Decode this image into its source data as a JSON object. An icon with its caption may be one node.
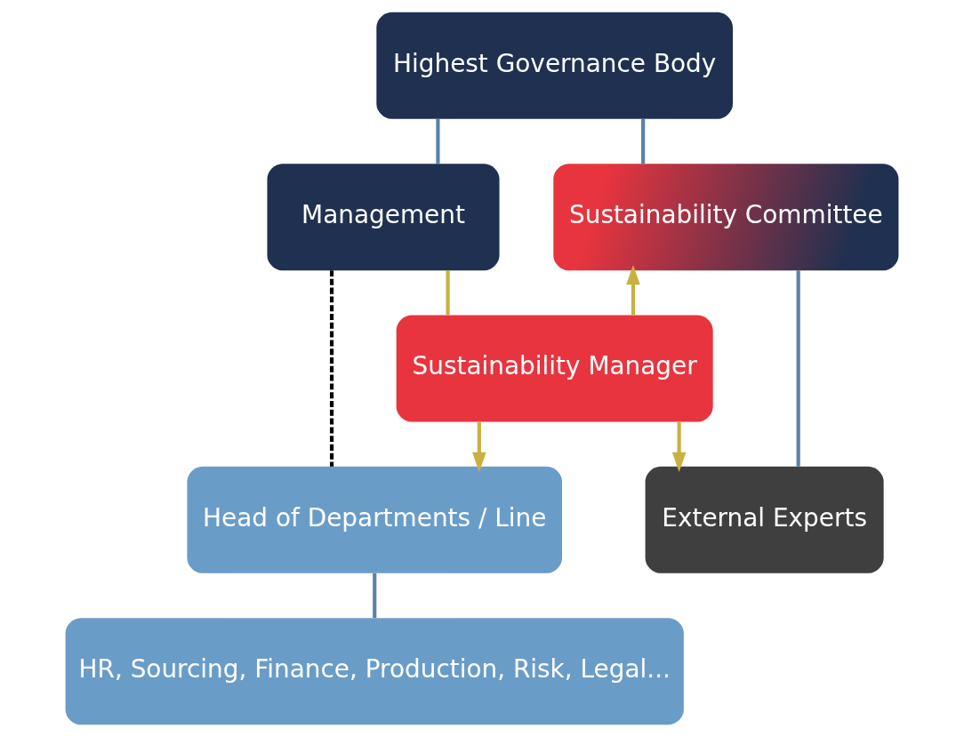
{
  "diagram": {
    "nodes": [
      {
        "text": [
          "Highest Governance Body"
        ]
      },
      {
        "text": [
          "Management"
        ]
      },
      {
        "text": [
          "Sustainability Manager"
        ]
      },
      {
        "text": [
          "Sustainability Committee"
        ]
      },
      {
        "text": [
          "Head of Departments / Line"
        ]
      },
      {
        "text": [
          "External Experts"
        ]
      },
      {
        "text": [
          "HR, Sourcing, Finance, Production, Risk, Legal..."
        ]
      }
    ],
    "edges": [
      {
        "from": 0,
        "to": 1,
        "arrow": "none"
      },
      {
        "from": 0,
        "to": 3,
        "arrow": "none"
      },
      {
        "from": 1,
        "to": 2,
        "arrow": "none",
        "color": "#c9b040"
      },
      {
        "from": 1,
        "to": 4,
        "arrow": "none",
        "style": "dashed",
        "color": "#000000"
      },
      {
        "from": 2,
        "to": 3,
        "arrow": "to",
        "color": "#c9b040"
      },
      {
        "from": 2,
        "to": 4,
        "arrow": "to",
        "color": "#c9b040"
      },
      {
        "from": 2,
        "to": 5,
        "arrow": "to",
        "color": "#c9b040"
      },
      {
        "from": 3,
        "to": 5,
        "arrow": "none"
      },
      {
        "from": 4,
        "to": 6,
        "arrow": "none"
      }
    ]
  }
}
